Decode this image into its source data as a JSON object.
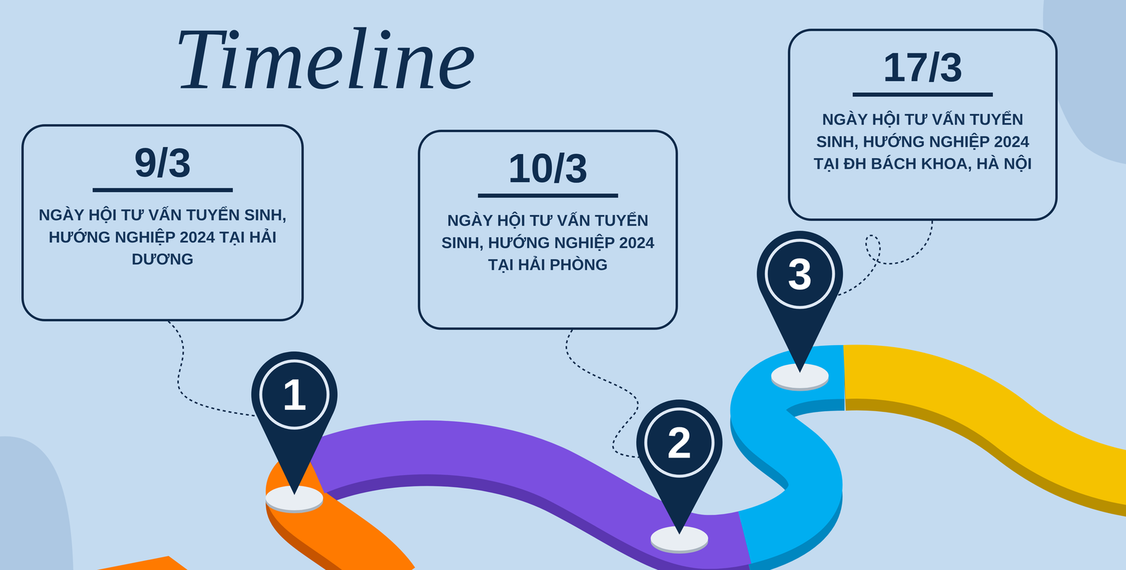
{
  "diagram": {
    "title": "Timeline",
    "nodes": [
      {
        "text": [
          "9/3",
          "NGÀY HỘI TƯ VẤN TUYỂN SINH, HƯỚNG NGHIỆP 2024 TẠI HẢI DƯƠNG"
        ]
      },
      {
        "text": [
          "10/3",
          "NGÀY HỘI TƯ VẤN TUYỂN SINH, HƯỚNG NGHIỆP 2024 TẠI HẢI PHÒNG"
        ]
      },
      {
        "text": [
          "17/3",
          "NGÀY HỘI TƯ VẤN TUYỂN SINH, HƯỚNG NGHIỆP 2024 TẠI ĐH BÁCH KHOA, HÀ NỘI"
        ]
      },
      {
        "text": [
          "1"
        ]
      },
      {
        "text": [
          "2"
        ]
      },
      {
        "text": [
          "3"
        ]
      }
    ],
    "edges": [
      {
        "from": 0,
        "to": 3,
        "arrow": "none"
      },
      {
        "from": 1,
        "to": 4,
        "arrow": "none"
      },
      {
        "from": 2,
        "to": 5,
        "arrow": "none"
      }
    ]
  }
}
